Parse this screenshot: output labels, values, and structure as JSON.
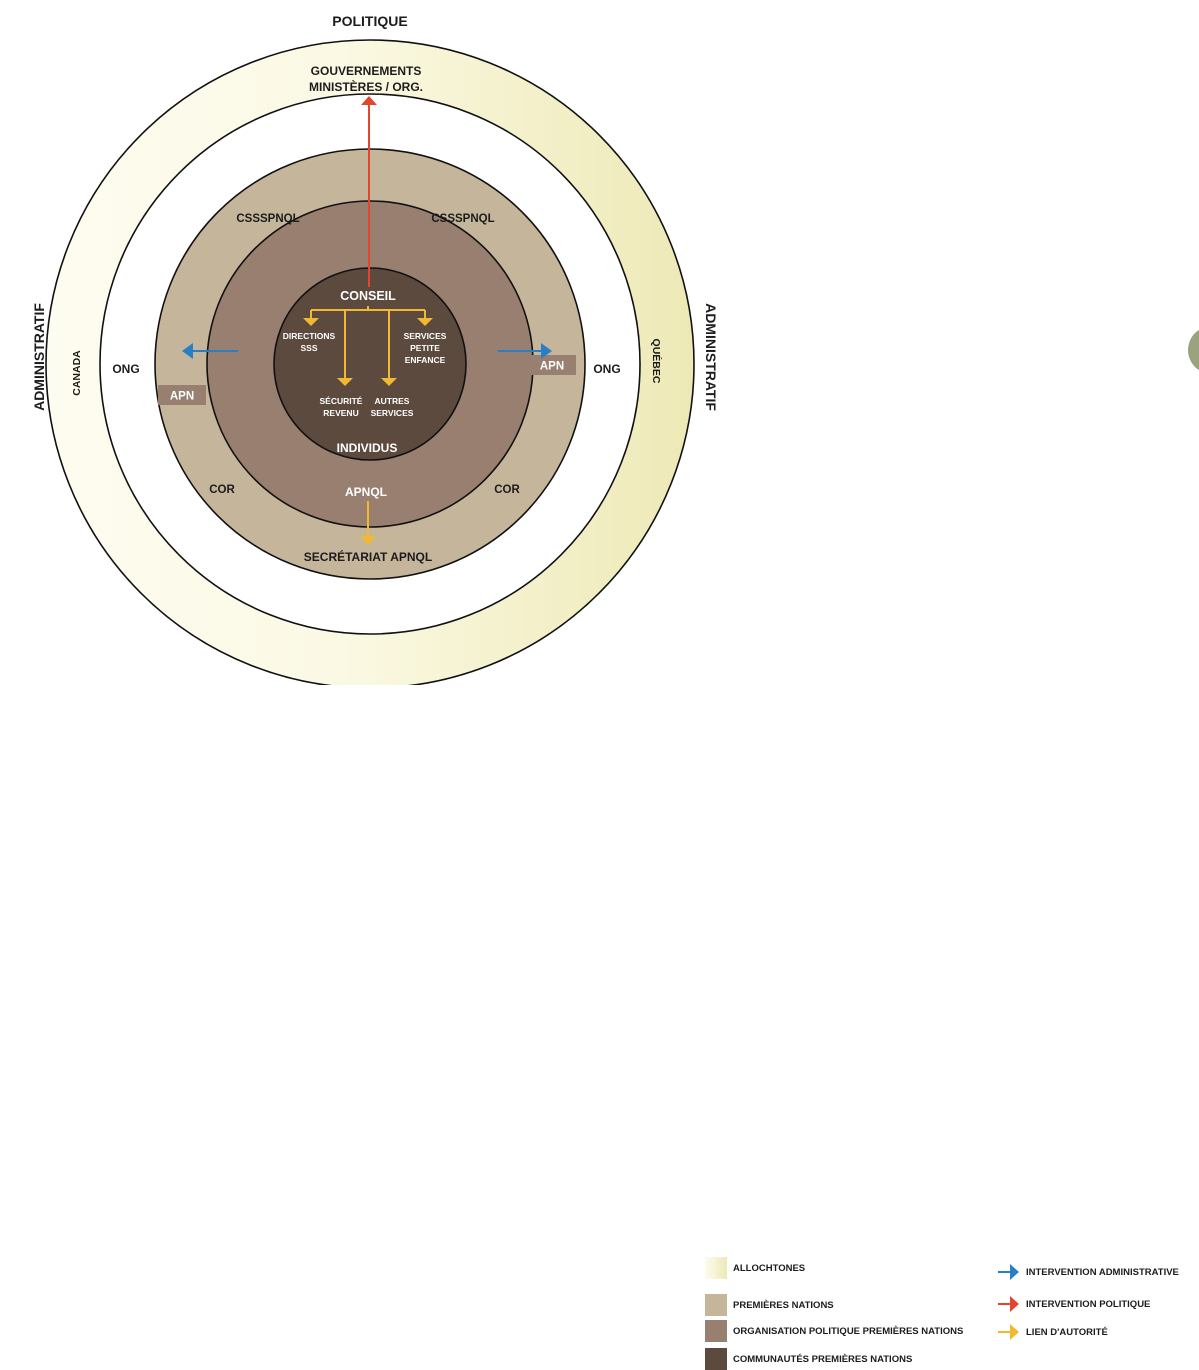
{
  "labels": {
    "politique": "POLITIQUE",
    "administratif_left": "ADMINISTRATIF",
    "administratif_right": "ADMINISTRATIF",
    "gouvernements": "GOUVERNEMENTS",
    "ministeres": "MINISTÈRES / ORG.",
    "canada": "CANADA",
    "quebec": "QUÉBEC",
    "ong_left": "ONG",
    "ong_right": "ONG",
    "apn_left": "APN",
    "apn_right": "APN",
    "csss_left": "CSSSPNQL",
    "csss_right": "CSSSPNQL",
    "cor_left": "COR",
    "cor_right": "COR",
    "apnql": "APNQL",
    "secretariat": "SECRÉTARIAT APNQL",
    "conseil": "CONSEIL",
    "directions_1": "DIRECTIONS",
    "directions_2": "SSS",
    "services_1": "SERVICES",
    "services_2": "PETITE",
    "services_3": "ENFANCE",
    "securite_1": "SÉCURITÉ",
    "securite_2": "REVENU",
    "autres_1": "AUTRES",
    "autres_2": "SERVICES",
    "individus": "INDIVIDUS"
  },
  "legend": {
    "allochtones": "ALLOCHTONES",
    "premieres_nations": "PREMIÈRES NATIONS",
    "organisation": "ORGANISATION POLITIQUE PREMIÈRES NATIONS",
    "communautes": "COMMUNAUTÉS PREMIÈRES NATIONS",
    "intervention_admin": "INTERVENTION ADMINISTRATIVE",
    "intervention_pol": "INTERVENTION POLITIQUE",
    "lien_autorite": "LIEN D'AUTORITÉ"
  },
  "colors": {
    "allochtones": "#f3f0c2",
    "premieres_nations": "#c5b69b",
    "organisation": "#987f70",
    "communautes": "#5c4a3e",
    "intervention_admin": "#2a7fc4",
    "intervention_pol": "#e3452f",
    "lien_autorite": "#f2b830"
  }
}
